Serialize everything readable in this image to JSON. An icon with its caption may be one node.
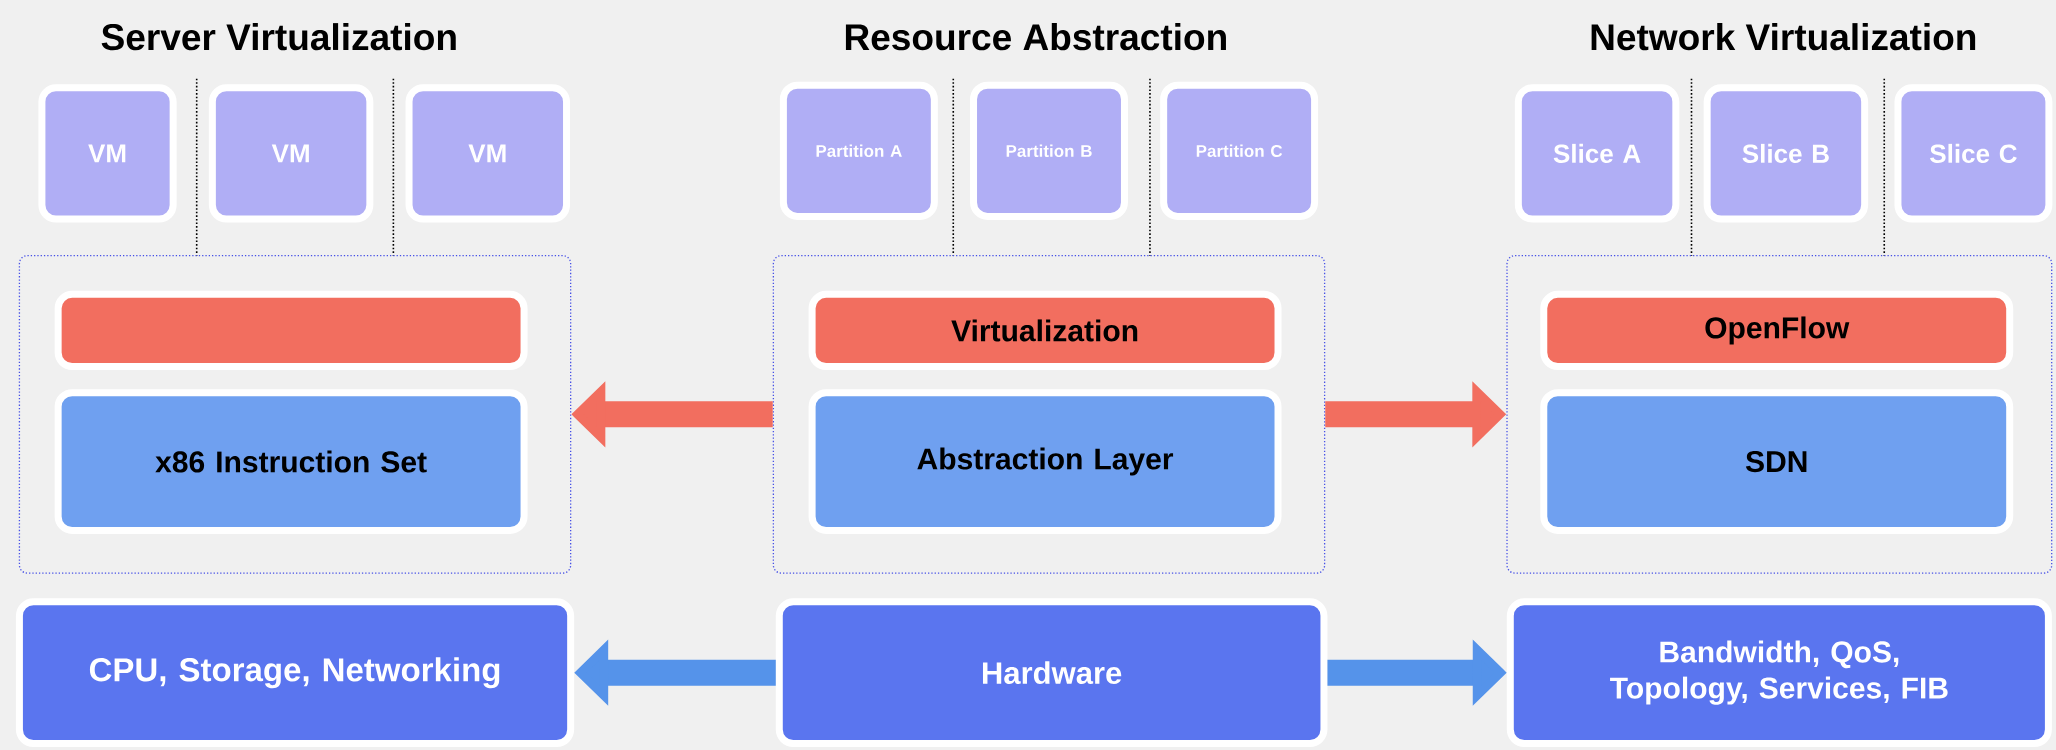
{
  "diagram": {
    "nodes": [
      {
        "text": [
          "VM"
        ]
      },
      {
        "text": [
          "VM"
        ]
      },
      {
        "text": [
          "VM"
        ]
      },
      {
        "text": [],
        "shape": "box"
      },
      {
        "text": [],
        "shape": "bar",
        "in": 3
      },
      {
        "text": [
          "x86 Instruction Set"
        ],
        "in": 3
      },
      {
        "text": [
          "CPU, Storage, Networking"
        ]
      },
      {
        "text": [
          "Partition A"
        ]
      },
      {
        "text": [
          "Partition B"
        ]
      },
      {
        "text": [
          "Partition C"
        ]
      },
      {
        "text": [],
        "shape": "box"
      },
      {
        "text": [
          "Virtualization"
        ],
        "in": 10
      },
      {
        "text": [
          "Abstraction Layer"
        ],
        "in": 10
      },
      {
        "text": [
          "Hardware"
        ]
      },
      {
        "text": [
          "Slice A"
        ]
      },
      {
        "text": [
          "Slice B"
        ]
      },
      {
        "text": [
          "Slice C"
        ]
      },
      {
        "text": [],
        "shape": "box"
      },
      {
        "text": [
          "OpenFlow"
        ],
        "in": 17
      },
      {
        "text": [
          "SDN"
        ],
        "in": 17
      },
      {
        "text": [
          "Bandwidth, QoS, Topology, Services, FIB"
        ]
      }
    ],
    "edges": [
      {
        "from": 10,
        "to": 3,
        "arrow": "to",
        "color": "#f26e5f"
      },
      {
        "from": 10,
        "to": 17,
        "arrow": "to",
        "color": "#f26e5f"
      },
      {
        "from": 13,
        "to": 6,
        "arrow": "to",
        "color": "#5593ea"
      },
      {
        "from": 13,
        "to": 20,
        "arrow": "to",
        "color": "#5593ea"
      }
    ],
    "labels": [
      "Server Virtualization",
      "Resource Abstraction",
      "Network Virtualization"
    ]
  }
}
